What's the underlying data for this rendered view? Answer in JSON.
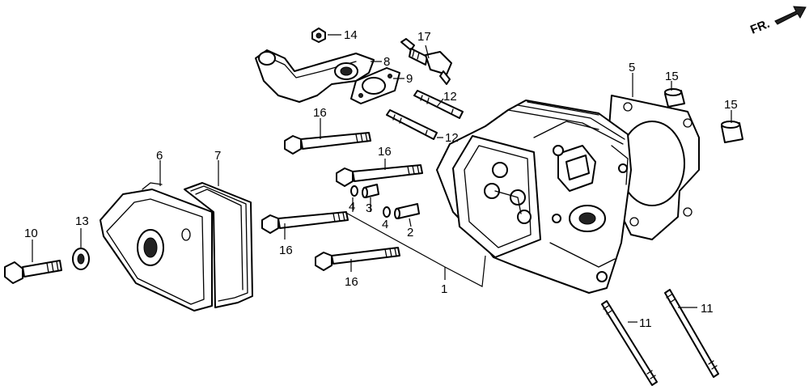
{
  "direction": {
    "text": "FR.",
    "icon": "arrow-front-icon"
  },
  "callouts": {
    "c1": "1",
    "c2": "2",
    "c3": "3",
    "c4a": "4",
    "c4b": "4",
    "c5": "5",
    "c6": "6",
    "c7": "7",
    "c8": "8",
    "c9": "9",
    "c10": "10",
    "c11a": "11",
    "c11b": "11",
    "c12a": "12",
    "c12b": "12",
    "c13": "13",
    "c14": "14",
    "c15a": "15",
    "c15b": "15",
    "c16a": "16",
    "c16b": "16",
    "c16c": "16",
    "c16d": "16",
    "c17": "17"
  },
  "colors": {
    "ink": "#000000",
    "paper": "#ffffff"
  }
}
